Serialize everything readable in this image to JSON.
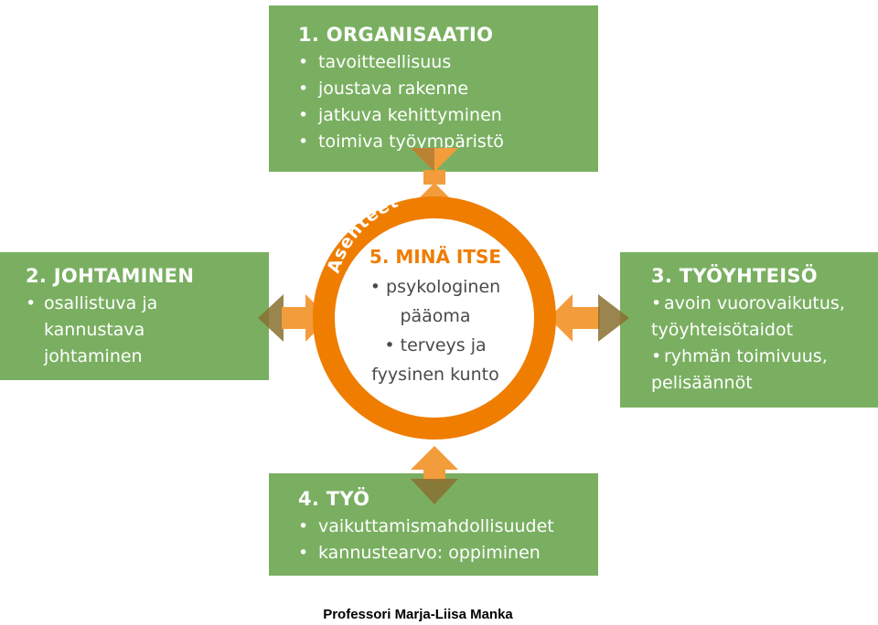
{
  "boxes": {
    "organisaatio": {
      "title": "1. ORGANISAATIO",
      "items": [
        "tavoitteellisuus",
        "joustava rakenne",
        "jatkuva kehittyminen",
        "toimiva työympäristö"
      ]
    },
    "johtaminen": {
      "title": "2. JOHTAMINEN",
      "item_lines": [
        "osallistuva ja",
        "kannustava",
        "johtaminen"
      ]
    },
    "tyoyhteiso": {
      "title": "3. TYÖYHTEISÖ",
      "item1_lines": [
        "avoin vuorovaikutus,",
        "työyhteisötaidot"
      ],
      "item2_lines": [
        "ryhmän toimivuus,",
        "pelisäännöt"
      ]
    },
    "tyo": {
      "title": "4. TYÖ",
      "items": [
        "vaikuttamismahdollisuudet",
        "kannustearvo: oppiminen"
      ]
    }
  },
  "center": {
    "ring_label": "Asenteet",
    "title": "5. MINÄ ITSE",
    "lines": [
      "• psykologinen",
      "pääoma",
      "• terveys ja",
      "fyysinen kunto"
    ]
  },
  "credit": "Professori Marja-Liisa Manka",
  "colors": {
    "box_green": "#7aaf61",
    "ring_orange": "#ef7d00",
    "arrow_orange": "#f39c3b",
    "arrow_dark": "#8a7030"
  }
}
